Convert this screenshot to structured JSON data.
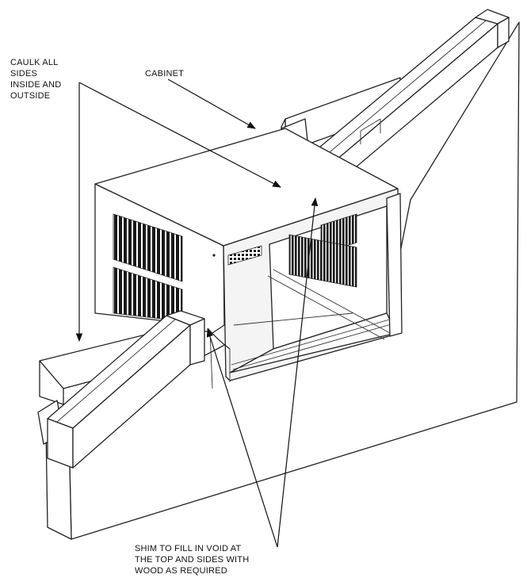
{
  "callouts": {
    "caulk": [
      "CAULK ALL",
      "SIDES",
      "INSIDE AND",
      "OUTSIDE"
    ],
    "cabinet": [
      "CABINET"
    ],
    "shim": [
      "SHIM TO FILL IN VOID AT",
      "THE TOP AND SIDES WITH",
      "WOOD AS REQUIRED"
    ]
  },
  "colors": {
    "line": "#222222",
    "background": "#ffffff",
    "grille": "#1a1a1a"
  }
}
